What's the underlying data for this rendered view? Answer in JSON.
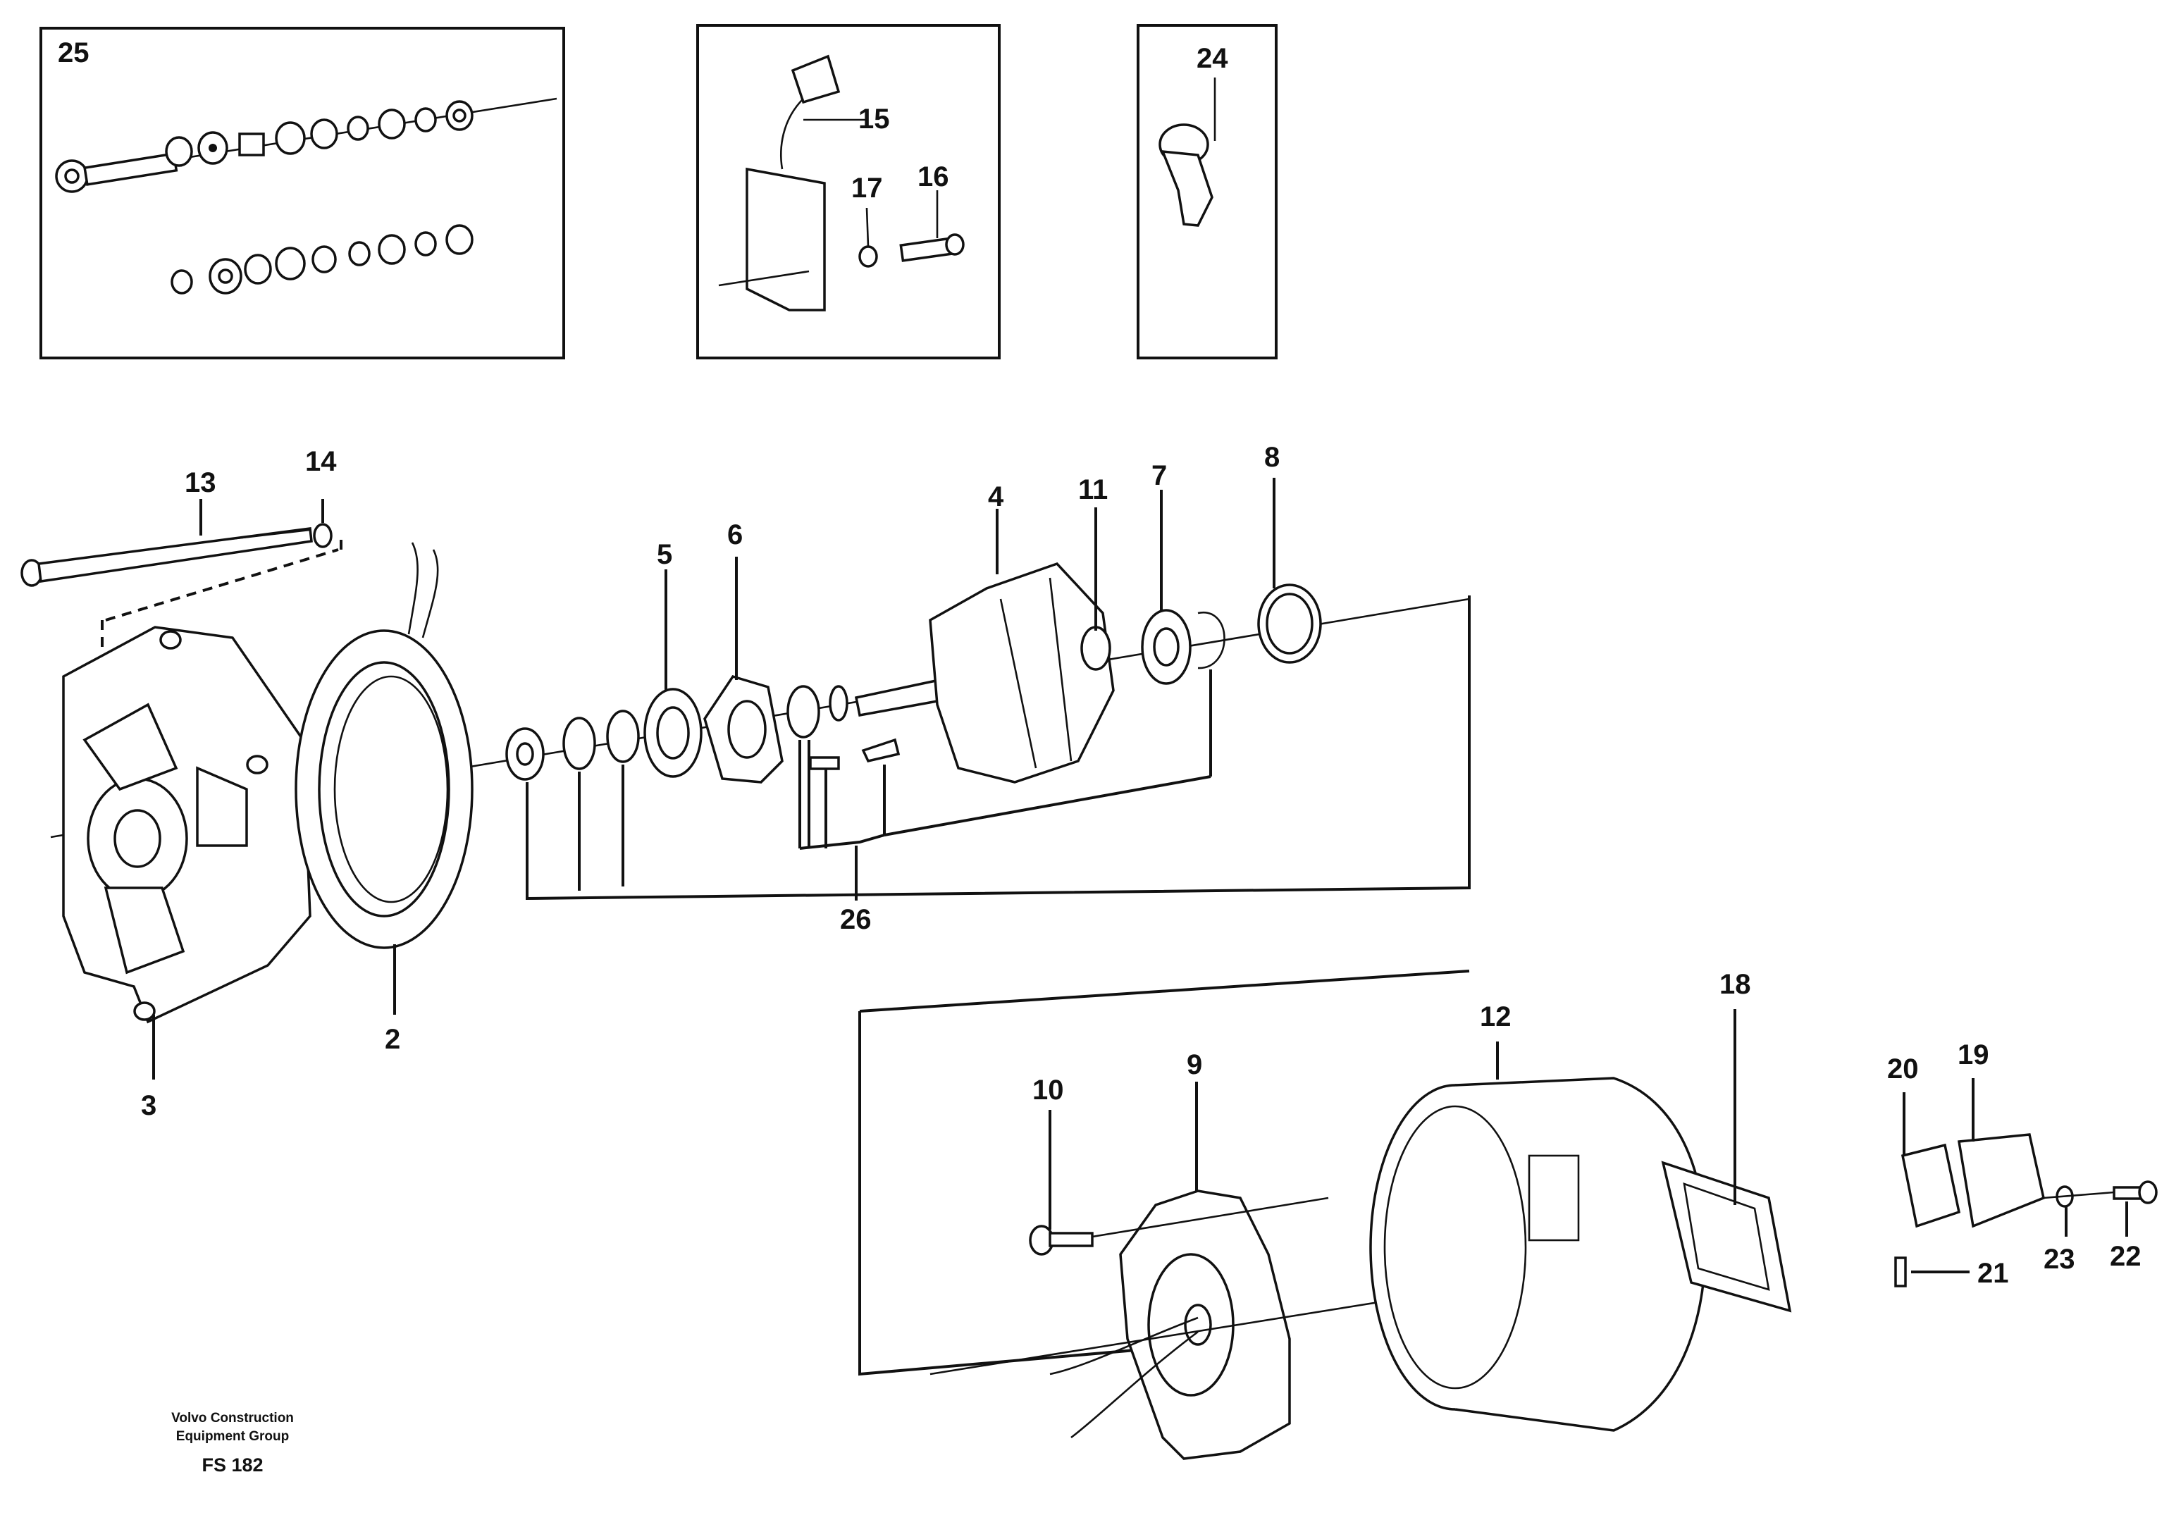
{
  "callouts": {
    "c2": "2",
    "c3": "3",
    "c4": "4",
    "c5": "5",
    "c6": "6",
    "c7": "7",
    "c8": "8",
    "c9": "9",
    "c10": "10",
    "c11": "11",
    "c12": "12",
    "c13": "13",
    "c14": "14",
    "c15": "15",
    "c16": "16",
    "c17": "17",
    "c18": "18",
    "c19": "19",
    "c20": "20",
    "c21": "21",
    "c22": "22",
    "c23": "23",
    "c24": "24",
    "c25": "25",
    "c26": "26"
  },
  "footer": {
    "company_line1": "Volvo Construction",
    "company_line2": "Equipment Group",
    "figure_code": "FS 182"
  }
}
